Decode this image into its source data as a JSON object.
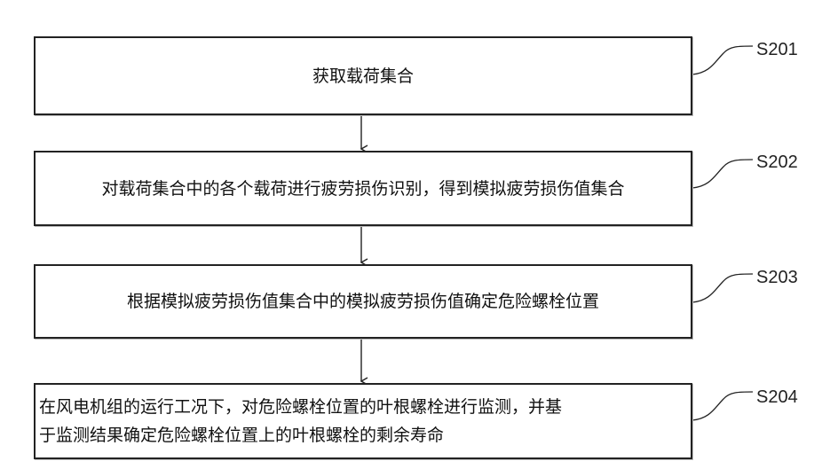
{
  "steps": [
    {
      "id": "S201",
      "text": "获取载荷集合"
    },
    {
      "id": "S202",
      "text": "对载荷集合中的各个载荷进行疲劳损伤识别，得到模拟疲劳损伤值集合"
    },
    {
      "id": "S203",
      "text": "根据模拟疲劳损伤值集合中的模拟疲劳损伤值确定危险螺栓位置"
    },
    {
      "id": "S204",
      "text_line1": "在风电机组的运行工况下，对危险螺栓位置的叶根螺栓进行监测，并基",
      "text_line2": "于监测结果确定危险螺栓位置上的叶根螺栓的剩余寿命"
    }
  ]
}
